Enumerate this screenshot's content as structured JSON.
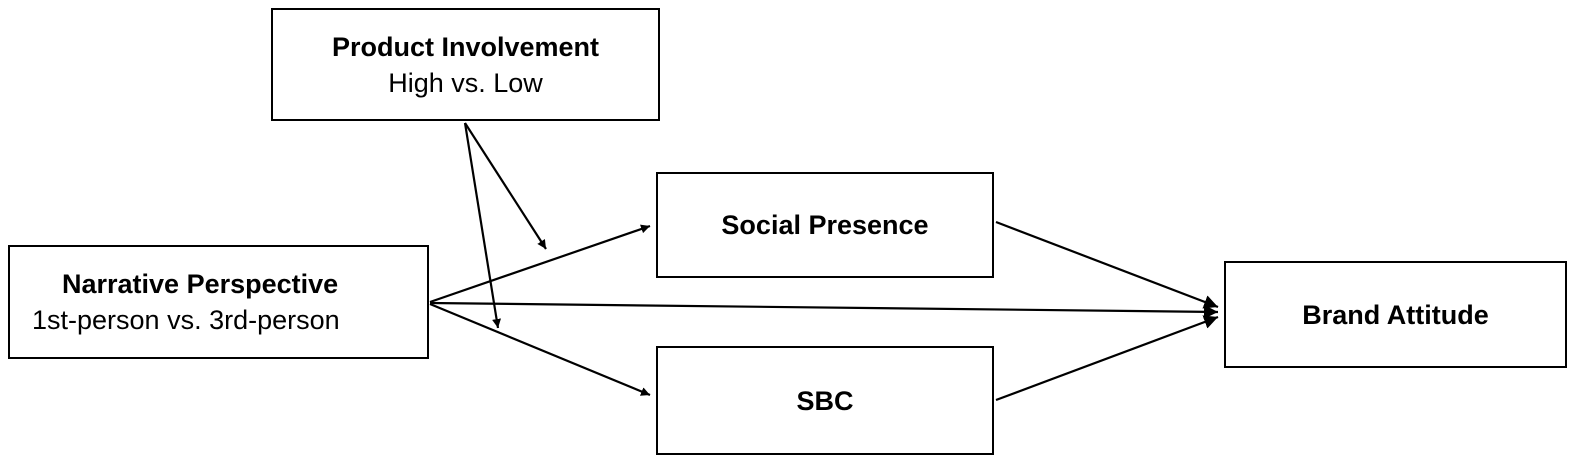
{
  "nodes": {
    "moderator": {
      "title": "Product Involvement",
      "subtitle": "High vs. Low"
    },
    "independent": {
      "title": "Narrative Perspective",
      "subtitle": "1st-person vs. 3rd-person"
    },
    "mediator_1": {
      "title": "Social Presence"
    },
    "mediator_2": {
      "title": "SBC"
    },
    "dependent": {
      "title": "Brand Attitude"
    }
  },
  "edges": [
    {
      "from": "Narrative Perspective",
      "to": "Social Presence"
    },
    {
      "from": "Narrative Perspective",
      "to": "SBC"
    },
    {
      "from": "Narrative Perspective",
      "to": "Brand Attitude"
    },
    {
      "from": "Social Presence",
      "to": "Brand Attitude"
    },
    {
      "from": "SBC",
      "to": "Brand Attitude"
    },
    {
      "from": "Product Involvement",
      "to": "Narrative Perspective → Social Presence path"
    },
    {
      "from": "Product Involvement",
      "to": "Narrative Perspective → SBC path"
    }
  ],
  "colors": {
    "line": "#000000",
    "background": "#ffffff"
  }
}
